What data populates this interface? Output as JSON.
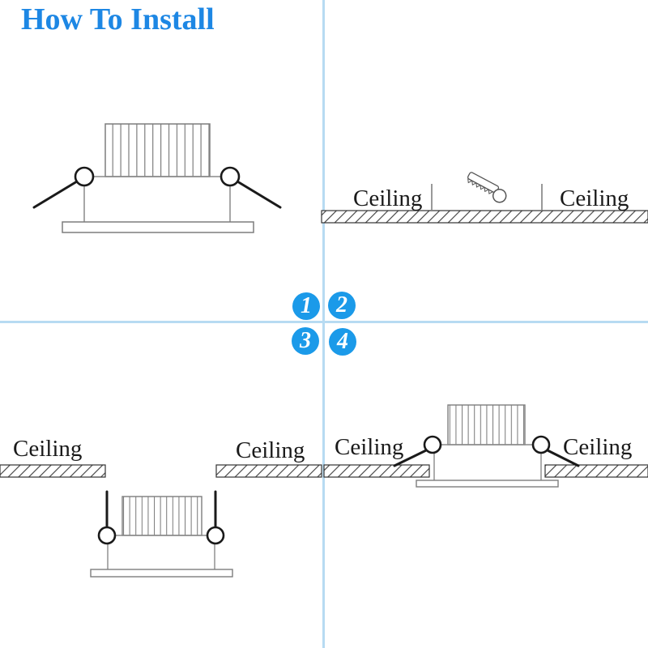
{
  "title": "How To Install",
  "labels": {
    "ceiling": "Ceiling"
  },
  "steps": [
    {
      "number": "1"
    },
    {
      "number": "2"
    },
    {
      "number": "3"
    },
    {
      "number": "4"
    }
  ],
  "colors": {
    "title_blue": "#1d87e4",
    "badge_blue": "#1b9ae9",
    "divider_light_blue": "#b7dbf2",
    "drawing_gray": "#7d7d7d",
    "drawing_black": "#1a1a1a"
  },
  "icons": [
    "hole-saw-icon",
    "spring-clip-pivot",
    "spring-clip-arm",
    "ceiling-section",
    "heatsink"
  ]
}
